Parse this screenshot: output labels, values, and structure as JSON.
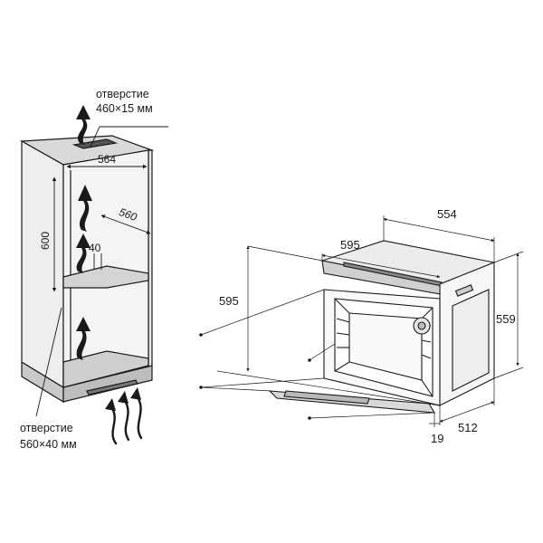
{
  "cabinet": {
    "top_opening": {
      "line1": "отверстие",
      "line2": "460×15 мм"
    },
    "bottom_opening": {
      "line1": "отверстие",
      "line2": "560×40 мм"
    },
    "dims": {
      "width": "564",
      "height": "600",
      "depth": "560",
      "gap": "40"
    }
  },
  "oven": {
    "dims": {
      "top_depth": "554",
      "front_width": "595",
      "front_height": "595",
      "side_height": "559",
      "body_depth": "512",
      "door_thickness": "19"
    }
  },
  "colors": {
    "line": "#1a1a1a",
    "fill_light": "#f2f2f2",
    "fill_mid": "#d9d9d9",
    "fill_dark": "#bdbdbd"
  }
}
